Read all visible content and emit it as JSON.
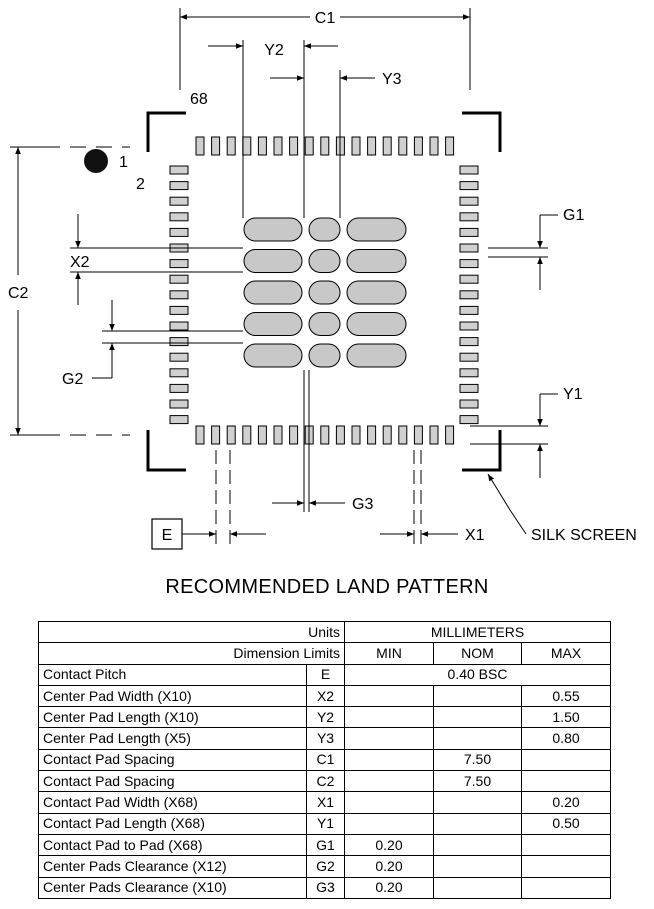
{
  "diagram": {
    "dimension_labels": {
      "c1": "C1",
      "c2": "C2",
      "y2": "Y2",
      "y3": "Y3",
      "x2": "X2",
      "g1": "G1",
      "g2": "G2",
      "g3": "G3",
      "y1": "Y1",
      "x1": "X1",
      "e": "E"
    },
    "pin_labels": {
      "pin68": "68",
      "pin1": "1",
      "pin2": "2"
    },
    "silk_screen_label": "SILK SCREEN",
    "center_pad_color": "#c8c8c8",
    "pad_color": "#d0d0d0"
  },
  "title": "RECOMMENDED LAND PATTERN",
  "table": {
    "units_label": "Units",
    "units_value": "MILLIMETERS",
    "dimension_limits_label": "Dimension Limits",
    "col_headers": [
      "MIN",
      "NOM",
      "MAX"
    ],
    "rows": [
      {
        "desc": "Contact Pitch",
        "sym": "E",
        "span_value": "0.40 BSC"
      },
      {
        "desc": "Center Pad Width (X10)",
        "sym": "X2",
        "min": "",
        "nom": "",
        "max": "0.55"
      },
      {
        "desc": "Center Pad Length (X10)",
        "sym": "Y2",
        "min": "",
        "nom": "",
        "max": "1.50"
      },
      {
        "desc": "Center Pad Length (X5)",
        "sym": "Y3",
        "min": "",
        "nom": "",
        "max": "0.80"
      },
      {
        "desc": "Contact Pad Spacing",
        "sym": "C1",
        "min": "",
        "nom": "7.50",
        "max": ""
      },
      {
        "desc": "Contact Pad Spacing",
        "sym": "C2",
        "min": "",
        "nom": "7.50",
        "max": ""
      },
      {
        "desc": "Contact Pad Width (X68)",
        "sym": "X1",
        "min": "",
        "nom": "",
        "max": "0.20"
      },
      {
        "desc": "Contact Pad Length (X68)",
        "sym": "Y1",
        "min": "",
        "nom": "",
        "max": "0.50"
      },
      {
        "desc": "Contact Pad to Pad (X68)",
        "sym": "G1",
        "min": "0.20",
        "nom": "",
        "max": ""
      },
      {
        "desc": "Center Pads Clearance (X12)",
        "sym": "G2",
        "min": "0.20",
        "nom": "",
        "max": ""
      },
      {
        "desc": "Center Pads Clearance (X10)",
        "sym": "G3",
        "min": "0.20",
        "nom": "",
        "max": ""
      }
    ]
  }
}
